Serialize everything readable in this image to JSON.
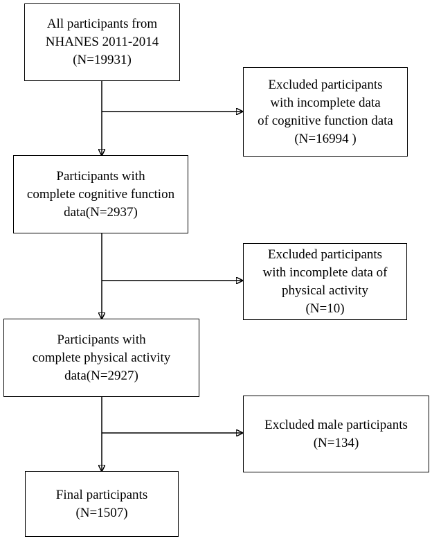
{
  "flowchart": {
    "main_boxes": [
      {
        "lines": [
          "All participants from",
          "NHANES 2011-2014",
          "(N=19931)"
        ]
      },
      {
        "lines": [
          "Participants with",
          "complete cognitive function",
          "data(N=2937)"
        ]
      },
      {
        "lines": [
          "Participants with",
          "complete physical activity",
          "data(N=2927)"
        ]
      },
      {
        "lines": [
          "Final participants",
          "(N=1507)"
        ]
      }
    ],
    "exclusion_boxes": [
      {
        "lines": [
          "Excluded participants",
          "with incomplete data",
          "of cognitive function data",
          "(N=16994 )"
        ]
      },
      {
        "lines": [
          "Excluded participants",
          "with incomplete data of",
          "physical activity",
          "(N=10)"
        ]
      },
      {
        "lines": [
          "Excluded male participants",
          "(N=134)"
        ]
      }
    ]
  }
}
